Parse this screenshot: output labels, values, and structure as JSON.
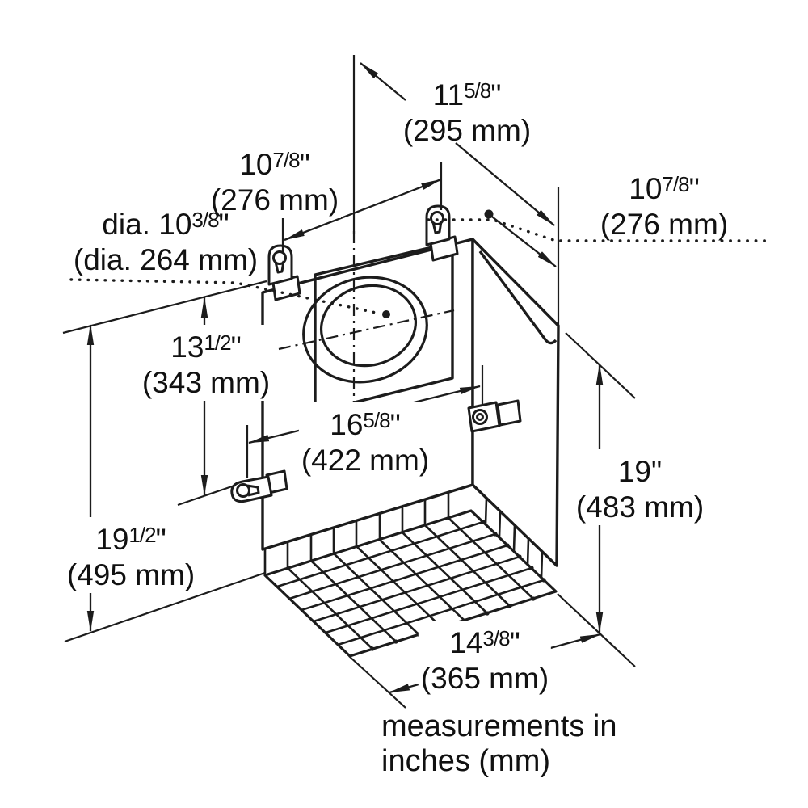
{
  "title": "blower unit installation dimension drawing",
  "caption": {
    "text": "measurements in inches (mm)"
  },
  "colors": {
    "line": "#1c1c1c",
    "background": "#ffffff"
  },
  "dimensions": {
    "depth_top": {
      "in_main": "11",
      "in_frac": "5/8",
      "quote": "\"",
      "mm": "(295 mm)"
    },
    "width_top_left": {
      "in_main": "10",
      "in_frac": "7/8",
      "quote": "\"",
      "mm": "(276 mm)"
    },
    "depth_top_right": {
      "in_main": "10",
      "in_frac": "7/8",
      "quote": "\"",
      "mm": "(276 mm)"
    },
    "duct_diameter": {
      "in_main": "dia. 10",
      "in_frac": "3/8",
      "quote": "\"",
      "mm": "(dia. 264 mm)"
    },
    "height_upper": {
      "in_main": "13",
      "in_frac": "1/2",
      "quote": "\"",
      "mm": "(343 mm)"
    },
    "width_panel": {
      "in_main": "16",
      "in_frac": "5/8",
      "quote": "\"",
      "mm": "(422 mm)"
    },
    "height_side": {
      "in_main": "19",
      "in_frac": "",
      "quote": "\"",
      "mm": "(483 mm)"
    },
    "height_total": {
      "in_main": "19",
      "in_frac": "1/2",
      "quote": "\"",
      "mm": "(495 mm)"
    },
    "width_bottom": {
      "in_main": "14",
      "in_frac": "3/8",
      "quote": "\"",
      "mm": "(365 mm)"
    }
  }
}
